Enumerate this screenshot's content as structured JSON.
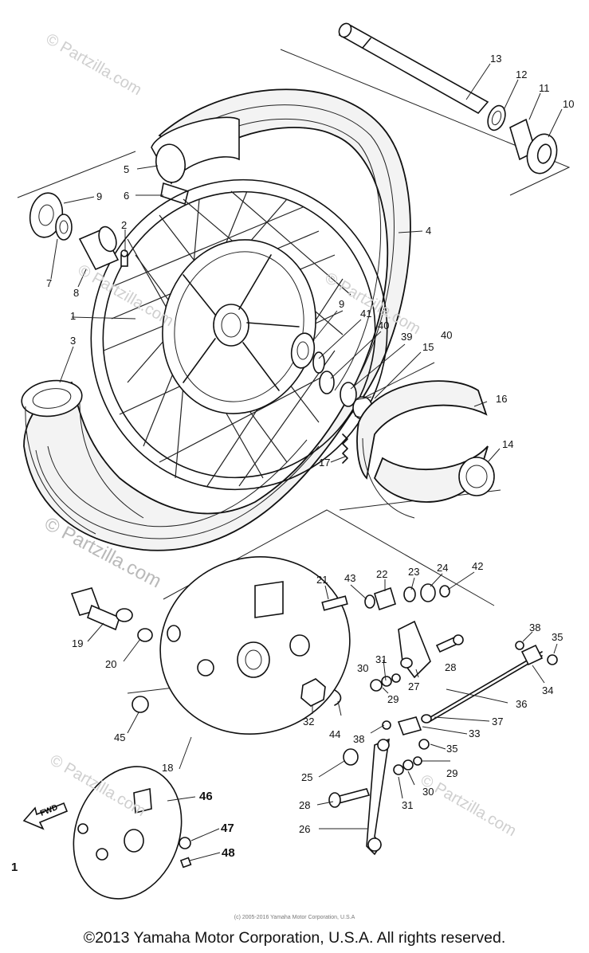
{
  "watermarks": [
    {
      "text": "© Partzilla.com"
    },
    {
      "text": "© Partzilla.com"
    },
    {
      "text": "© Partzilla.com"
    },
    {
      "text": "© Partzilla.com"
    },
    {
      "text": "© Partzilla.com"
    }
  ],
  "watermark_main": "© Partzilla.com",
  "callouts": [
    "1",
    "2",
    "3",
    "4",
    "5",
    "6",
    "7",
    "8",
    "9",
    "9",
    "10",
    "11",
    "12",
    "13",
    "14",
    "15",
    "16",
    "17",
    "18",
    "19",
    "20",
    "21",
    "22",
    "23",
    "24",
    "25",
    "26",
    "27",
    "28",
    "28",
    "29",
    "29",
    "30",
    "30",
    "31",
    "31",
    "32",
    "33",
    "34",
    "35",
    "35",
    "36",
    "37",
    "38",
    "38",
    "39",
    "40",
    "40",
    "41",
    "42",
    "43",
    "44",
    "45",
    "46",
    "47",
    "48"
  ],
  "fwd_label": "FWD",
  "page_number": "1",
  "small_caption": "(c) 2005-2016 Yamaha Motor Corporation, U.S.A",
  "copyright": "©2013 Yamaha Motor Corporation, U.S.A. All rights reserved."
}
